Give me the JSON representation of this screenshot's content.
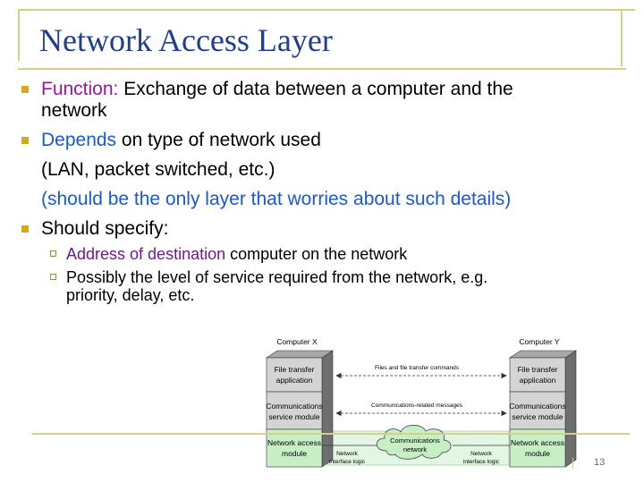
{
  "slide": {
    "title": "Network Access Layer",
    "page_number": "13"
  },
  "bullets": {
    "function": {
      "label": "Function:",
      "text": " Exchange of data between a computer and the",
      "cont": "network"
    },
    "depends": {
      "label": "Depends",
      "text": " on type of network used",
      "line2": "(LAN, packet switched, etc.)",
      "line3": "(should be the only layer that worries about such details)"
    },
    "specify": {
      "label": "Should specify:",
      "sub1_label": "Address of destination",
      "sub1_text": " computer on the network",
      "sub2_line1": "Possibly the level of service required from the network, e.g.",
      "sub2_line2": "priority, delay, etc."
    }
  },
  "diagram": {
    "computer_x": "Computer X",
    "computer_y": "Computer Y",
    "layers": {
      "file_transfer_1": "File transfer",
      "file_transfer_2": "application",
      "comms_1": "Communications",
      "comms_2": "service module",
      "netaccess_1": "Network access",
      "netaccess_2": "module"
    },
    "arrows": {
      "top": "Files and file transfer commands",
      "middle": "Communications-related messages"
    },
    "cloud_1": "Communications",
    "cloud_2": "network",
    "interface_1": "Network",
    "interface_2": "interface logic",
    "colors": {
      "green": "#c6efc6",
      "band": "#e3f6e3",
      "gray": "#d4d4d4",
      "side": "#6e6e6e"
    }
  }
}
